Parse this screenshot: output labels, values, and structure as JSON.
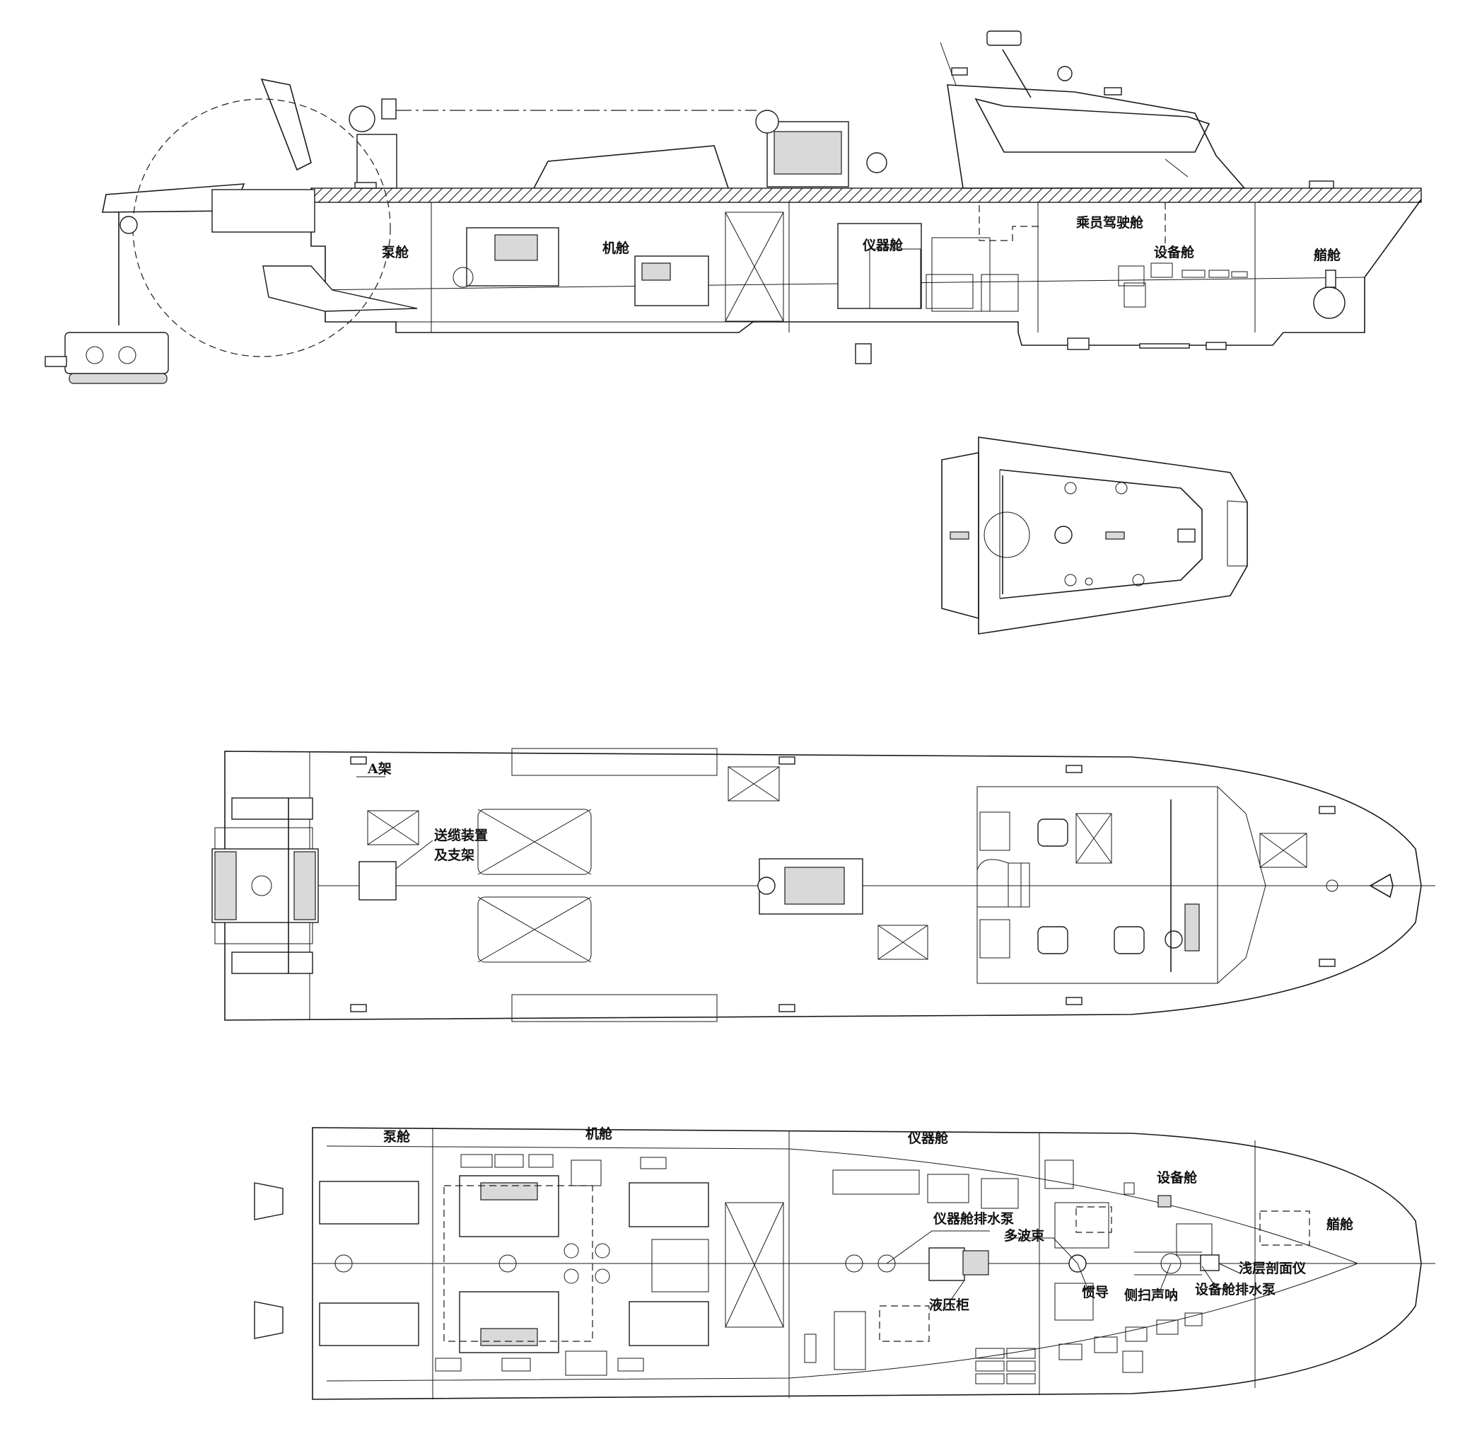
{
  "side_view": {
    "labels": {
      "pump_room": "泵舱",
      "engine_room": "机舱",
      "instrument_room": "仪器舱",
      "crew_cabin": "乘员驾驶舱",
      "equipment_room": "设备舱",
      "bow_room": "艏舱"
    }
  },
  "deck_plan": {
    "labels": {
      "a_frame": "A架",
      "cable_device_1": "送缆装置",
      "cable_device_2": "及支架"
    }
  },
  "lower_plan": {
    "labels": {
      "pump_room": "泵舱",
      "engine_room": "机舱",
      "instrument_room": "仪器舱",
      "equipment_room": "设备舱",
      "bow_room": "艏舱",
      "instrument_drain_pump": "仪器舱排水泵",
      "multibeam": "多波束",
      "hydraulic_tank": "液压柜",
      "inertial_nav": "惯导",
      "side_scan_sonar": "侧扫声呐",
      "equipment_drain_pump": "设备舱排水泵",
      "sub_bottom_profiler": "浅层剖面仪"
    }
  }
}
